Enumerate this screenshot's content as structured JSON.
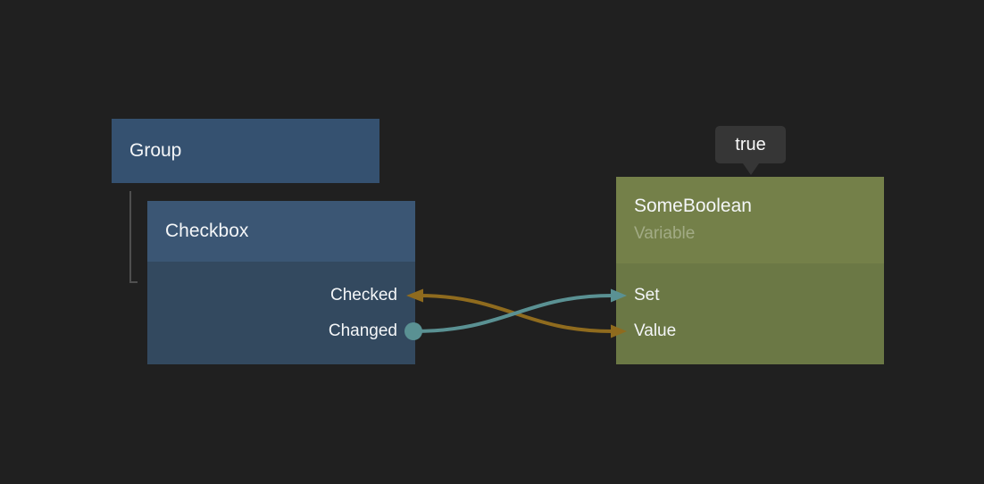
{
  "canvas": {
    "background_color": "#202020",
    "tree_line_color": "#4f4f4f"
  },
  "nodes": {
    "group": {
      "title": "Group",
      "color": "#355170"
    },
    "checkbox": {
      "title": "Checkbox",
      "header_color": "#3b5674",
      "body_color": "#33495f",
      "output_ports": [
        {
          "label": "Checked"
        },
        {
          "label": "Changed"
        }
      ]
    },
    "some_boolean": {
      "title": "SomeBoolean",
      "subtitle": "Variable",
      "header_color": "#748049",
      "body_color": "#6b7845",
      "subtitle_color": "#a2ab85",
      "input_ports": [
        {
          "label": "Set"
        },
        {
          "label": "Value"
        }
      ]
    }
  },
  "tooltip": {
    "text": "true",
    "background": "#363636"
  },
  "wires": [
    {
      "id": "checked-to-value",
      "from_node": "Checkbox",
      "from_port": "Checked",
      "to_node": "SomeBoolean",
      "to_port": "Value",
      "color": "#8f6b1e",
      "end_style": "arrow-both-ends"
    },
    {
      "id": "changed-to-set",
      "from_node": "Checkbox",
      "from_port": "Changed",
      "to_node": "SomeBoolean",
      "to_port": "Set",
      "color": "#5a9193",
      "end_style": "dot-to-arrow"
    }
  ]
}
